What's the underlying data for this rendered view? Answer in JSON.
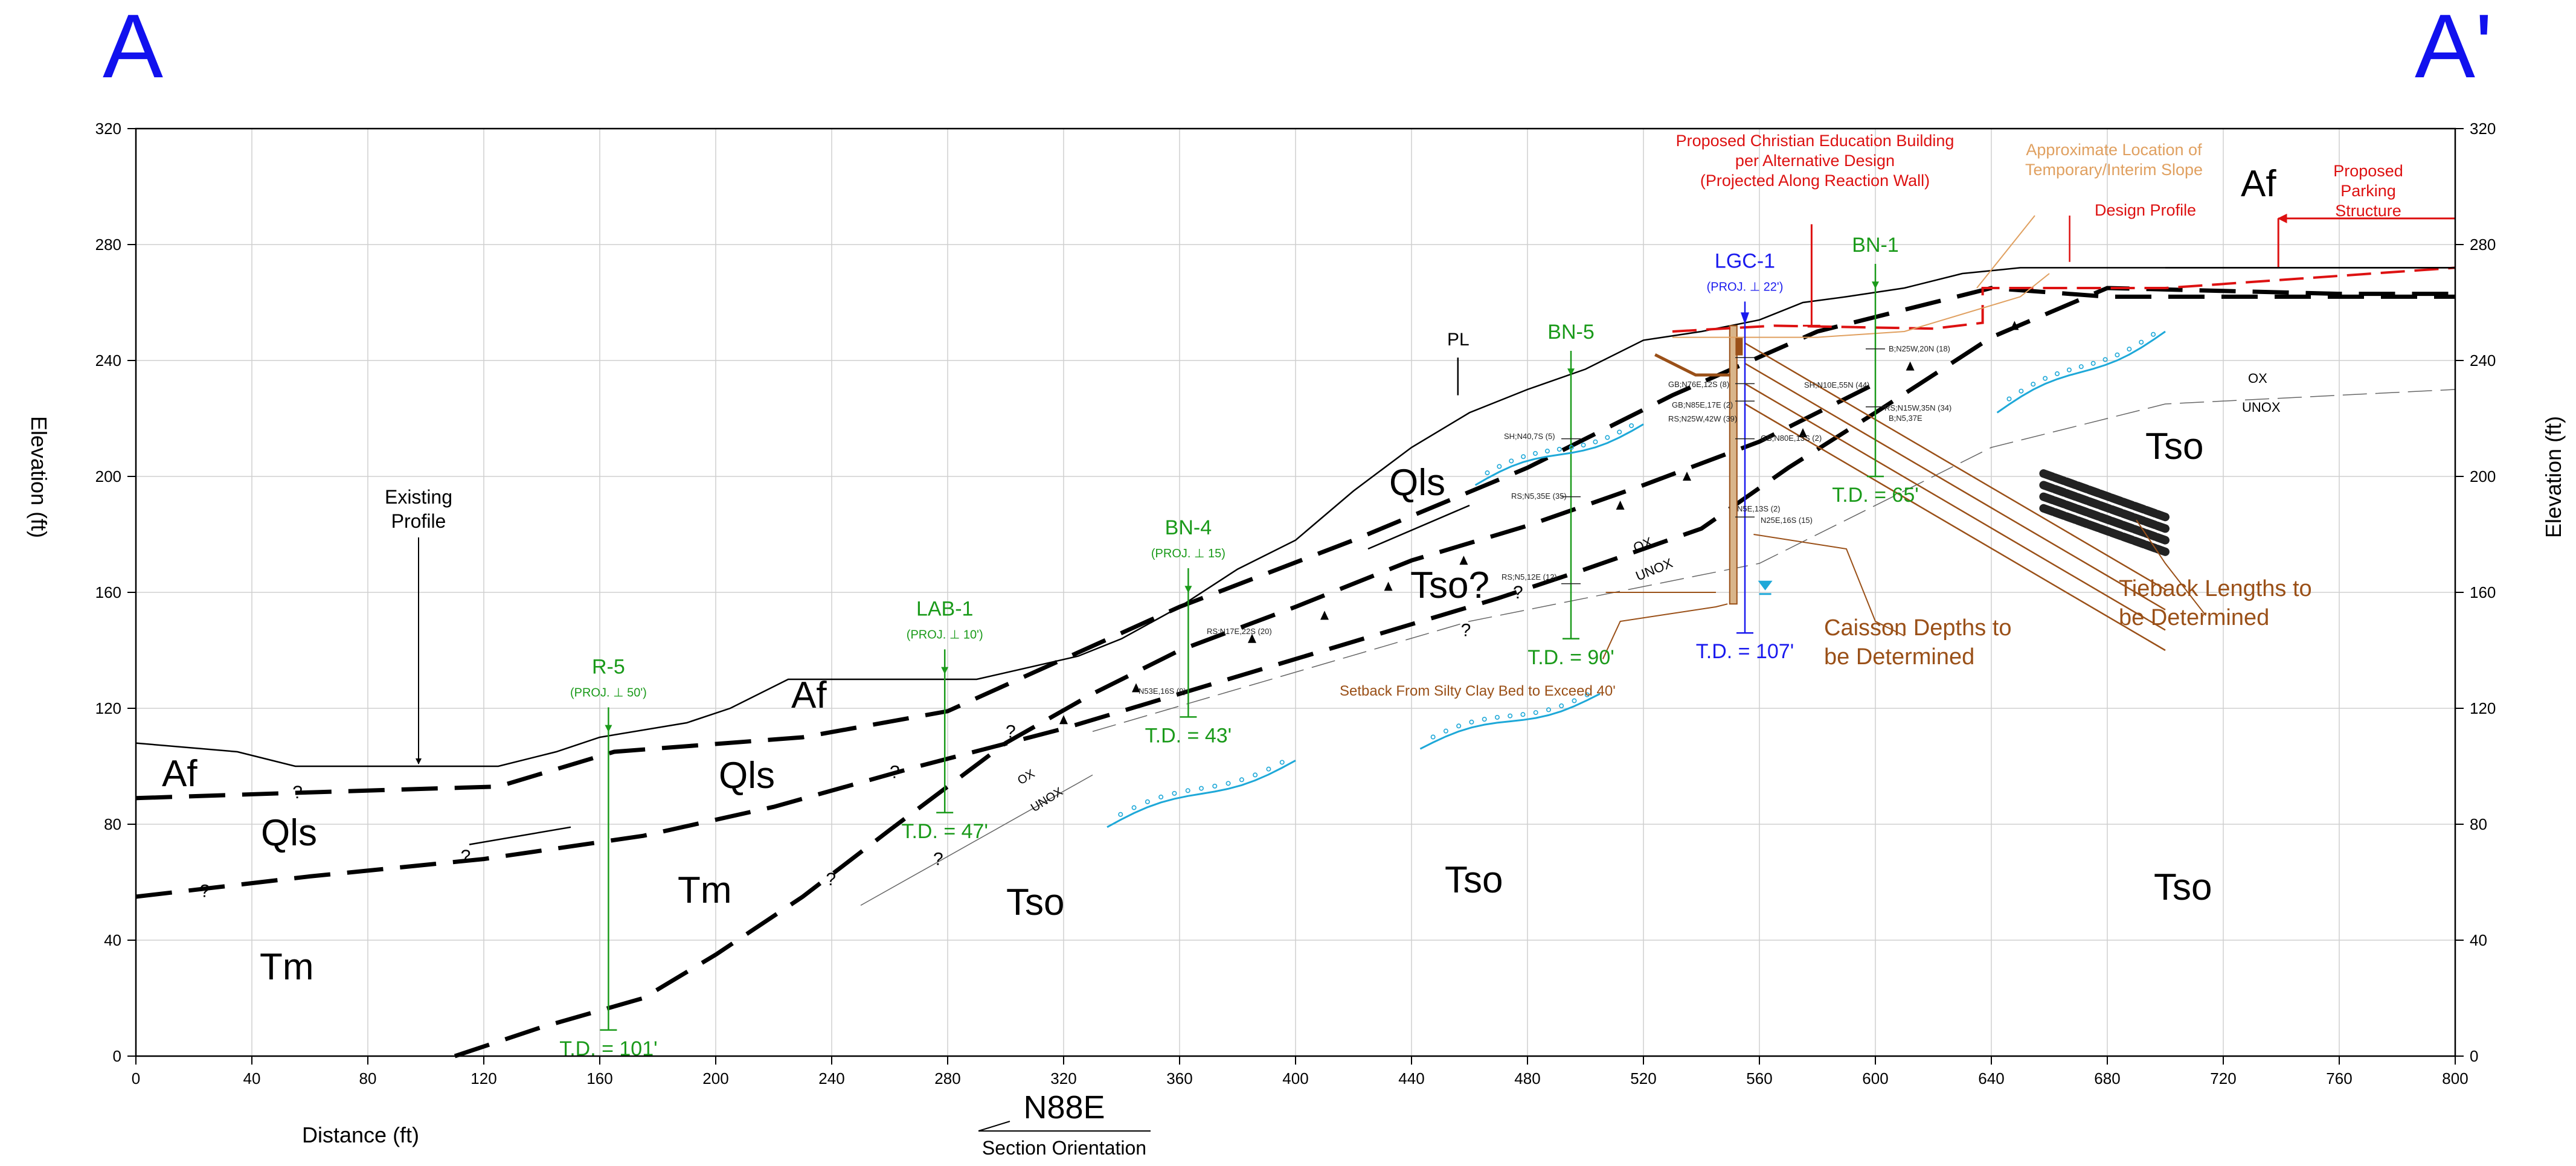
{
  "section": {
    "left_label": "A",
    "right_label": "A'"
  },
  "axes": {
    "x_title": "Distance (ft)",
    "y_title_left": "Elevation (ft)",
    "y_title_right": "Elevation (ft)",
    "x_range": [
      0,
      800
    ],
    "y_range": [
      0,
      320
    ],
    "x_ticks": [
      "0",
      "40",
      "80",
      "120",
      "160",
      "200",
      "240",
      "280",
      "320",
      "360",
      "400",
      "440",
      "480",
      "520",
      "560",
      "600",
      "640",
      "680",
      "720",
      "760",
      "800"
    ],
    "y_ticks": [
      "0",
      "40",
      "80",
      "120",
      "160",
      "200",
      "240",
      "280",
      "320"
    ],
    "grid": true
  },
  "orientation": {
    "bearing": "N88E",
    "label": "Section Orientation"
  },
  "units": {
    "Af_left": "Af",
    "Af_mid": "Af",
    "Af_right": "Af",
    "Qls_left": "Qls",
    "Qls_mid": "Qls",
    "Qls_upper": "Qls",
    "Tm_left": "Tm",
    "Tm_mid": "Tm",
    "Tso_1": "Tso",
    "Tso_2": "Tso",
    "Tso_3": "Tso",
    "Tso_4": "Tso",
    "Tso_q": "Tso?"
  },
  "borings": [
    {
      "name": "R-5",
      "note": "(PROJ. ⊥ 50')",
      "td": "T.D. = 101'",
      "x": 163,
      "top": 112,
      "bottom": 9
    },
    {
      "name": "LAB-1",
      "note": "(PROJ. ⊥ 10')",
      "td": "T.D. = 47'",
      "x": 279,
      "top": 132,
      "bottom": 84
    },
    {
      "name": "BN-4",
      "note": "(PROJ. ⊥ 15)",
      "td": "T.D. = 43'",
      "x": 363,
      "top": 160,
      "bottom": 117
    },
    {
      "name": "BN-5",
      "note": "",
      "td": "T.D. = 90'",
      "x": 495,
      "top": 235,
      "bottom": 144
    },
    {
      "name": "LGC-1",
      "note": "(PROJ. ⊥ 22')",
      "td": "T.D. = 107'",
      "x": 555,
      "top": 252,
      "bottom": 146
    },
    {
      "name": "BN-1",
      "note": "",
      "td": "T.D. = 65'",
      "x": 600,
      "top": 265,
      "bottom": 200
    }
  ],
  "callouts": {
    "existing_profile": [
      "Existing",
      "Profile"
    ],
    "proposed_building": [
      "Proposed Christian Education Building",
      "per Alternative Design",
      "(Projected Along Reaction Wall)"
    ],
    "approx_slope": [
      "Approximate Location of",
      "Temporary/Interim Slope"
    ],
    "design_profile": "Design Profile",
    "parking": [
      "Proposed",
      "Parking",
      "Structure"
    ],
    "caissons": [
      "Caisson Depths to",
      "be Determined"
    ],
    "tiebacks": [
      "Tieback Lengths to",
      "be Determined"
    ],
    "setback": "Setback From Silty Clay Bed to Exceed 40'",
    "pl_symbol": "PL",
    "ox": "OX",
    "unox": "UNOX"
  },
  "attitudes": {
    "bn5": [
      "SH;N40,7S (5)",
      "RS;N5,35E (35)",
      "RS;N5,12E (12)"
    ],
    "bn4": [
      "RS;N17E,22S (20)",
      "N53E,16S (9)"
    ],
    "lgc1": [
      "GB;N76E,12S (8)",
      "GB;N85E,17E (2)",
      "RS;N25W,42W (39)",
      "GB;N80E,13S (2)",
      "N5E,13S (2)",
      "N25E,16S (15)"
    ],
    "bn1": [
      "B;N25W,20N (18)",
      "SH;N10E,55N (44)",
      "RS;N15W,35N (34)",
      "B;N5,37E"
    ]
  },
  "colors": {
    "section_letters": "#1111ee",
    "boring_green": "#1a9a1a",
    "lgc_blue": "#1a1aee",
    "proposed_red": "#dd1111",
    "approx_tan": "#e0a060",
    "structure_brown": "#9a5018",
    "siltbed_cyan": "#1ea8d8",
    "grid": "#cfcfcf"
  }
}
